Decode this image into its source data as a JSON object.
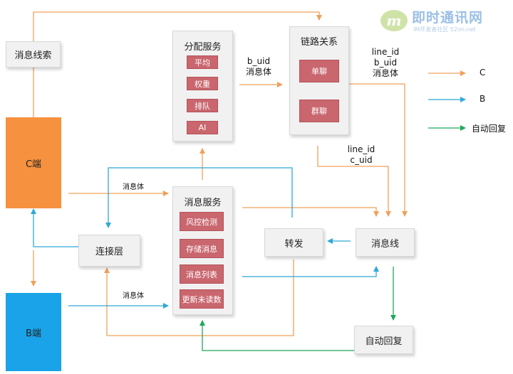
{
  "watermark": {
    "title": "即时通讯网",
    "subtitle": "IM开发者社区 52im.net"
  },
  "nodes": {
    "clue": "消息线索",
    "c_client": "C端",
    "b_client": "B端",
    "connection": "连接层",
    "dispatch": {
      "title": "分配服务",
      "items": [
        "平均",
        "权重",
        "排队",
        "AI"
      ]
    },
    "link": {
      "title": "链路关系",
      "items": [
        "单聊",
        "群聊"
      ]
    },
    "message_service": {
      "title": "消息服务",
      "items": [
        "风控检测",
        "存储消息",
        "消息列表",
        "更新未读数"
      ]
    },
    "forward": "转发",
    "message_line": "消息线",
    "auto_reply": "自动回复"
  },
  "edge_labels": {
    "dispatch_to_link": [
      "b_uid",
      "消息体"
    ],
    "link_out": [
      "line_id",
      "b_uid",
      "消息体"
    ],
    "link_down": [
      "line_id",
      "c_uid"
    ],
    "c_body": "消息体",
    "b_body": "消息体"
  },
  "legend": [
    {
      "label": "C",
      "color": "#f0a05a"
    },
    {
      "label": "B",
      "color": "#2fa8d8"
    },
    {
      "label": "自动回复",
      "color": "#1fa85a"
    }
  ],
  "colors": {
    "c_flow": "#f0a05a",
    "b_flow": "#2fa8d8",
    "auto_flow": "#1fa85a",
    "c_client_fill": "#f6923f",
    "b_client_fill": "#1aa3e8",
    "chip_fill": "#c9666e"
  }
}
